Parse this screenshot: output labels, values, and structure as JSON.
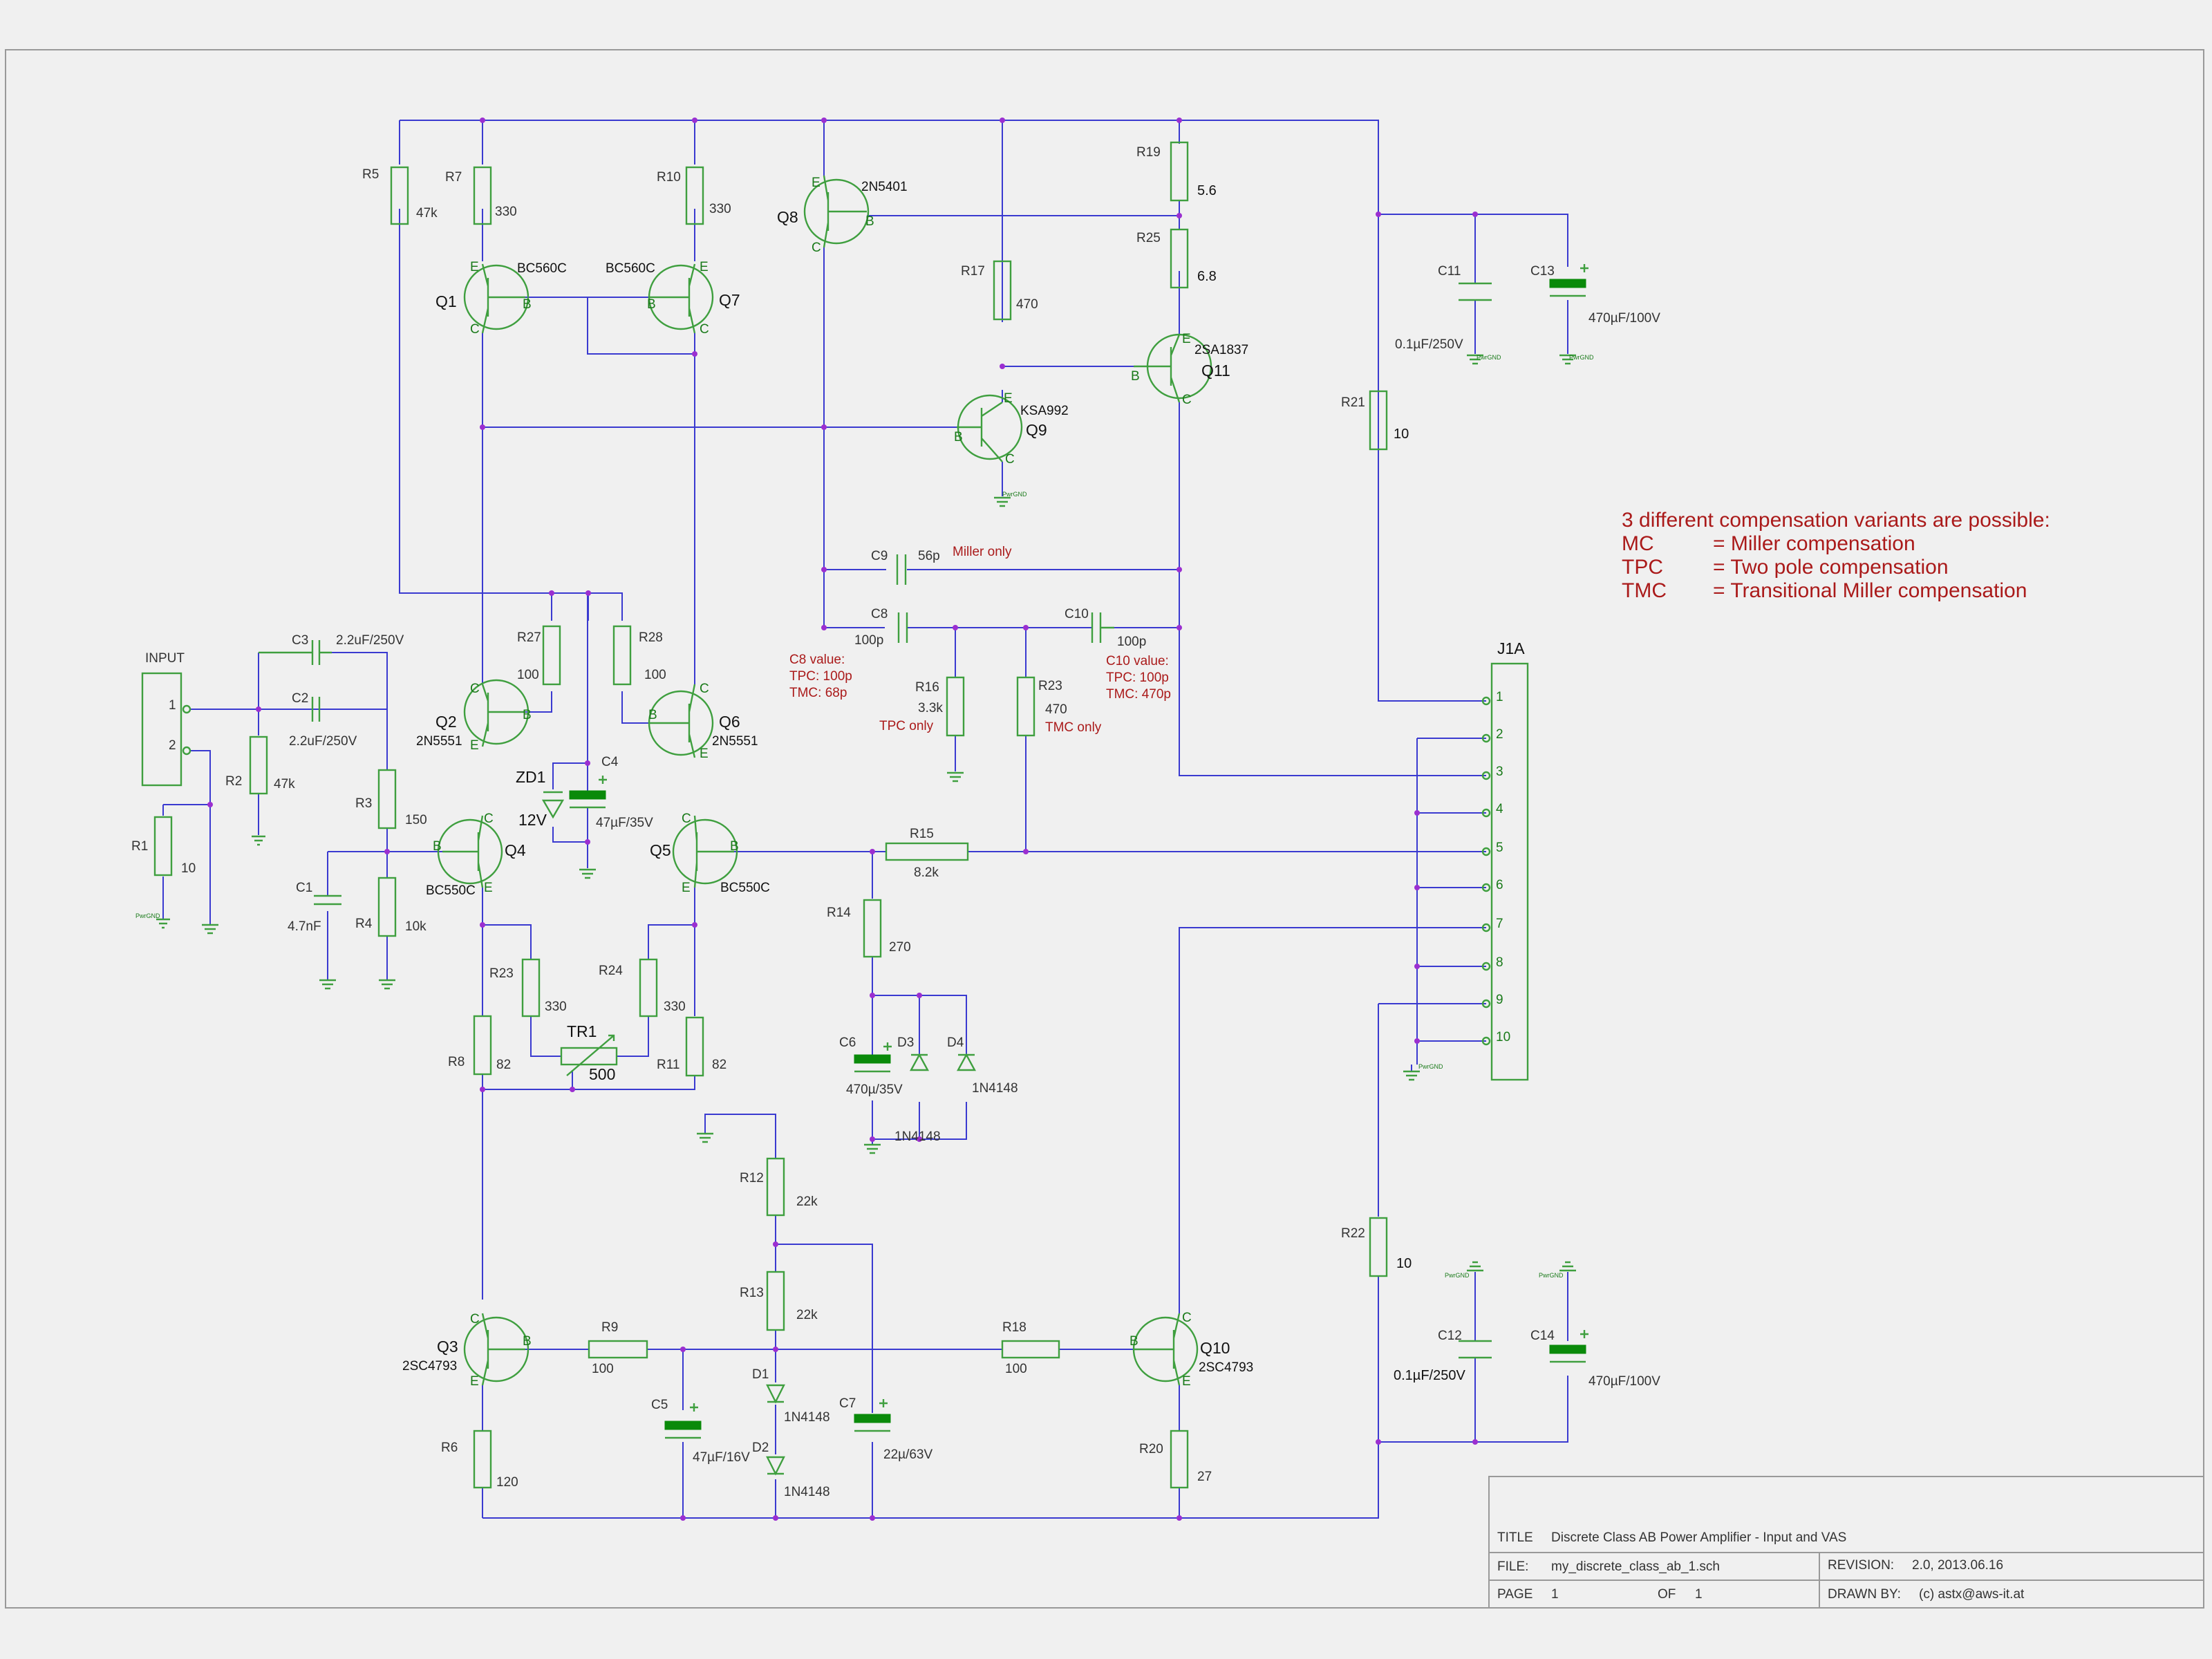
{
  "title_block": {
    "title_label": "TITLE",
    "title": "Discrete Class AB Power Amplifier - Input and VAS",
    "file_label": "FILE:",
    "file": "my_discrete_class_ab_1.sch",
    "revision_label": "REVISION:",
    "revision": "2.0, 2013.06.16",
    "page_label": "PAGE",
    "page": "1",
    "of_label": "OF",
    "of": "1",
    "drawn_label": "DRAWN BY:",
    "drawn": "(c) astx@aws-it.at"
  },
  "note": {
    "heading": "3 different compensation variants are possible:",
    "rows": [
      {
        "abbr": "MC",
        "text": "= Miller compensation"
      },
      {
        "abbr": "TPC",
        "text": "= Two pole compensation"
      },
      {
        "abbr": "TMC",
        "text": "= Transitional Miller compensation"
      }
    ]
  },
  "connectors": {
    "input": {
      "name": "INPUT",
      "pins": [
        "1",
        "2"
      ]
    },
    "j1a": {
      "name": "J1A",
      "pins": [
        "1",
        "2",
        "3",
        "4",
        "5",
        "6",
        "7",
        "8",
        "9",
        "10"
      ]
    }
  },
  "pgnd_label": "PwrGND",
  "resistors": [
    {
      "ref": "R1",
      "value": "10"
    },
    {
      "ref": "R2",
      "value": "47k"
    },
    {
      "ref": "R3",
      "value": "150"
    },
    {
      "ref": "R4",
      "value": "10k"
    },
    {
      "ref": "R5",
      "value": "47k"
    },
    {
      "ref": "R6",
      "value": "120"
    },
    {
      "ref": "R7",
      "value": "330"
    },
    {
      "ref": "R8",
      "value": "82"
    },
    {
      "ref": "R9",
      "value": "100"
    },
    {
      "ref": "R10",
      "value": "330"
    },
    {
      "ref": "R11",
      "value": "82"
    },
    {
      "ref": "R12",
      "value": "22k"
    },
    {
      "ref": "R13",
      "value": "22k"
    },
    {
      "ref": "R14",
      "value": "270"
    },
    {
      "ref": "R15",
      "value": "8.2k"
    },
    {
      "ref": "R16",
      "value": "3.3k"
    },
    {
      "ref": "R17",
      "value": "470"
    },
    {
      "ref": "R18",
      "value": "100"
    },
    {
      "ref": "R19",
      "value": "5.6"
    },
    {
      "ref": "R20",
      "value": "27"
    },
    {
      "ref": "R21",
      "value": "10"
    },
    {
      "ref": "R22",
      "value": "10"
    },
    {
      "ref": "R23",
      "value": "330"
    },
    {
      "ref": "R23",
      "value": "470"
    },
    {
      "ref": "R24",
      "value": "330"
    },
    {
      "ref": "R25",
      "value": "6.8"
    },
    {
      "ref": "R27",
      "value": "100"
    },
    {
      "ref": "R28",
      "value": "100"
    }
  ],
  "capacitors": [
    {
      "ref": "C1",
      "value": "4.7nF"
    },
    {
      "ref": "C2",
      "value": "2.2uF/250V"
    },
    {
      "ref": "C3",
      "value": "2.2uF/250V"
    },
    {
      "ref": "C4",
      "value": "47µF/35V"
    },
    {
      "ref": "C5",
      "value": "47µF/16V"
    },
    {
      "ref": "C6",
      "value": "470µ/35V"
    },
    {
      "ref": "C7",
      "value": "22µ/63V"
    },
    {
      "ref": "C8",
      "value": "100p"
    },
    {
      "ref": "C9",
      "value": "56p"
    },
    {
      "ref": "C10",
      "value": "100p"
    },
    {
      "ref": "C11",
      "value": "0.1µF/250V"
    },
    {
      "ref": "C12",
      "value": "0.1µF/250V"
    },
    {
      "ref": "C13",
      "value": "470µF/100V"
    },
    {
      "ref": "C14",
      "value": "470µF/100V"
    }
  ],
  "transistors": [
    {
      "ref": "Q1",
      "part": "BC560C"
    },
    {
      "ref": "Q2",
      "part": "2N5551"
    },
    {
      "ref": "Q3",
      "part": "2SC4793"
    },
    {
      "ref": "Q4",
      "part": "BC550C"
    },
    {
      "ref": "Q5",
      "part": "BC550C"
    },
    {
      "ref": "Q6",
      "part": "2N5551"
    },
    {
      "ref": "Q7",
      "part": "BC560C"
    },
    {
      "ref": "Q8",
      "part": "2N5401"
    },
    {
      "ref": "Q9",
      "part": "KSA992"
    },
    {
      "ref": "Q10",
      "part": "2SC4793"
    },
    {
      "ref": "Q11",
      "part": "2SA1837"
    }
  ],
  "pin_letters": {
    "b": "B",
    "c": "C",
    "e": "E"
  },
  "diodes": [
    {
      "ref": "ZD1",
      "value": "12V"
    },
    {
      "ref": "D1",
      "value": "1N4148"
    },
    {
      "ref": "D2",
      "value": "1N4148"
    },
    {
      "ref": "D3",
      "value": "1N4148"
    },
    {
      "ref": "D4",
      "value": "1N4148"
    }
  ],
  "trimmer": {
    "ref": "TR1",
    "value": "500"
  },
  "comp_notes": {
    "miller_only": "Miller only",
    "tpc_only": "TPC only",
    "tmc_only": "TMC only",
    "c8_note": [
      "C8 value:",
      "TPC: 100p",
      "TMC: 68p"
    ],
    "c10_note": [
      "C10 value:",
      "TPC: 100p",
      "TMC: 470p"
    ]
  },
  "colors": {
    "wire": "#3a3ad0",
    "component": "#3f9f3f",
    "junction": "#9b2fd0",
    "note": "#aa1a1a"
  }
}
